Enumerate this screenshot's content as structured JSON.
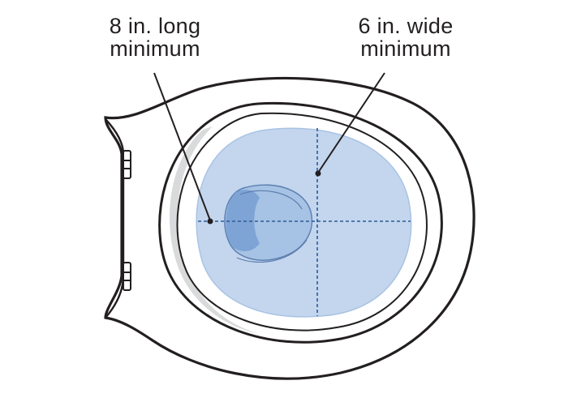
{
  "labels": {
    "length": {
      "line1": "8 in. long",
      "line2": "minimum"
    },
    "width": {
      "line1": "6 in. wide",
      "line2": "minimum"
    }
  },
  "colors": {
    "outline": "#231f20",
    "water": "#c3d6ee",
    "water_edge": "#a9c3e3",
    "drain": "#8fb3dd",
    "shadow": "#d9dadb",
    "dashed": "#2e5a96"
  }
}
